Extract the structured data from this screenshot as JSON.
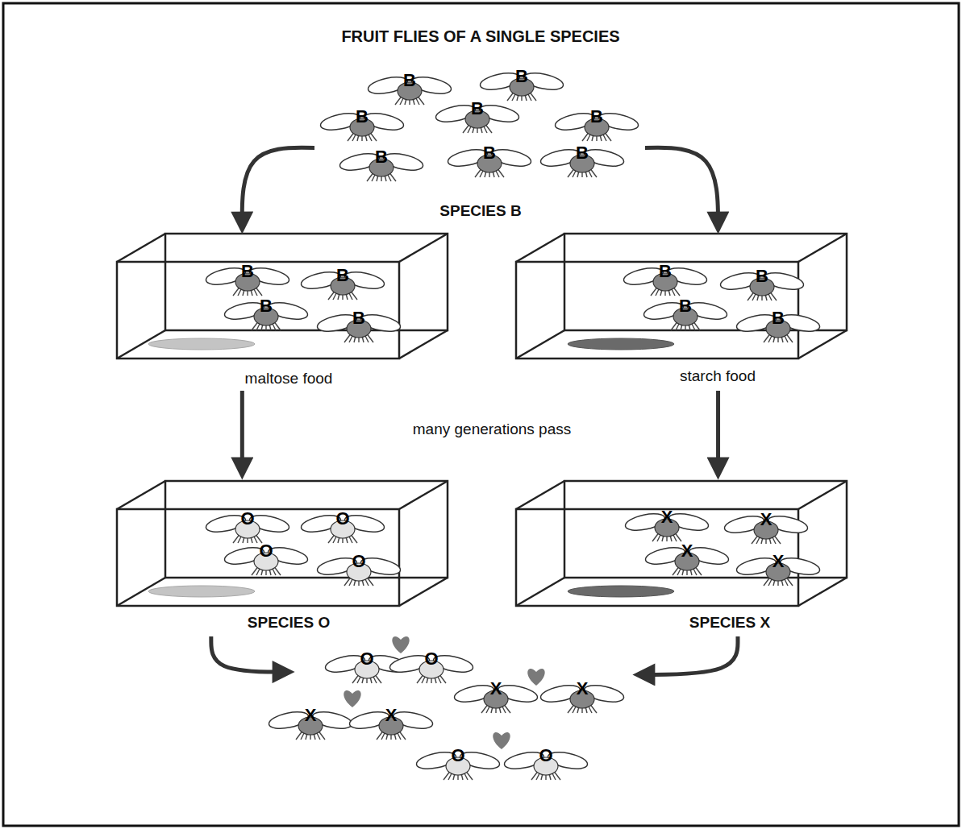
{
  "diagram": {
    "title": "FRUIT FLIES OF A SINGLE SPECIES",
    "nodes": [
      {
        "text": [
          "B",
          "B",
          "B",
          "B",
          "B",
          "B",
          "B",
          "B",
          "SPECIES B"
        ]
      },
      {
        "text": [
          "B",
          "B",
          "B",
          "B",
          "maltose food"
        ]
      },
      {
        "text": [
          "B",
          "B",
          "B",
          "B",
          "starch food"
        ]
      },
      {
        "text": [
          "O",
          "O",
          "O",
          "O",
          "SPECIES O"
        ]
      },
      {
        "text": [
          "X",
          "X",
          "X",
          "X",
          "SPECIES X"
        ]
      },
      {
        "text": [
          "O",
          "O",
          "X",
          "X",
          "X",
          "X",
          "O",
          "O"
        ]
      }
    ],
    "edges": [
      {
        "from": 0,
        "to": 1,
        "arrow": "to"
      },
      {
        "from": 0,
        "to": 2,
        "arrow": "to"
      },
      {
        "from": 1,
        "to": 3,
        "arrow": "to"
      },
      {
        "from": 2,
        "to": 4,
        "arrow": "to"
      },
      {
        "from": 3,
        "to": 5,
        "arrow": "to"
      },
      {
        "from": 4,
        "to": 5,
        "arrow": "to"
      }
    ],
    "labels": [
      "many generations pass"
    ]
  }
}
